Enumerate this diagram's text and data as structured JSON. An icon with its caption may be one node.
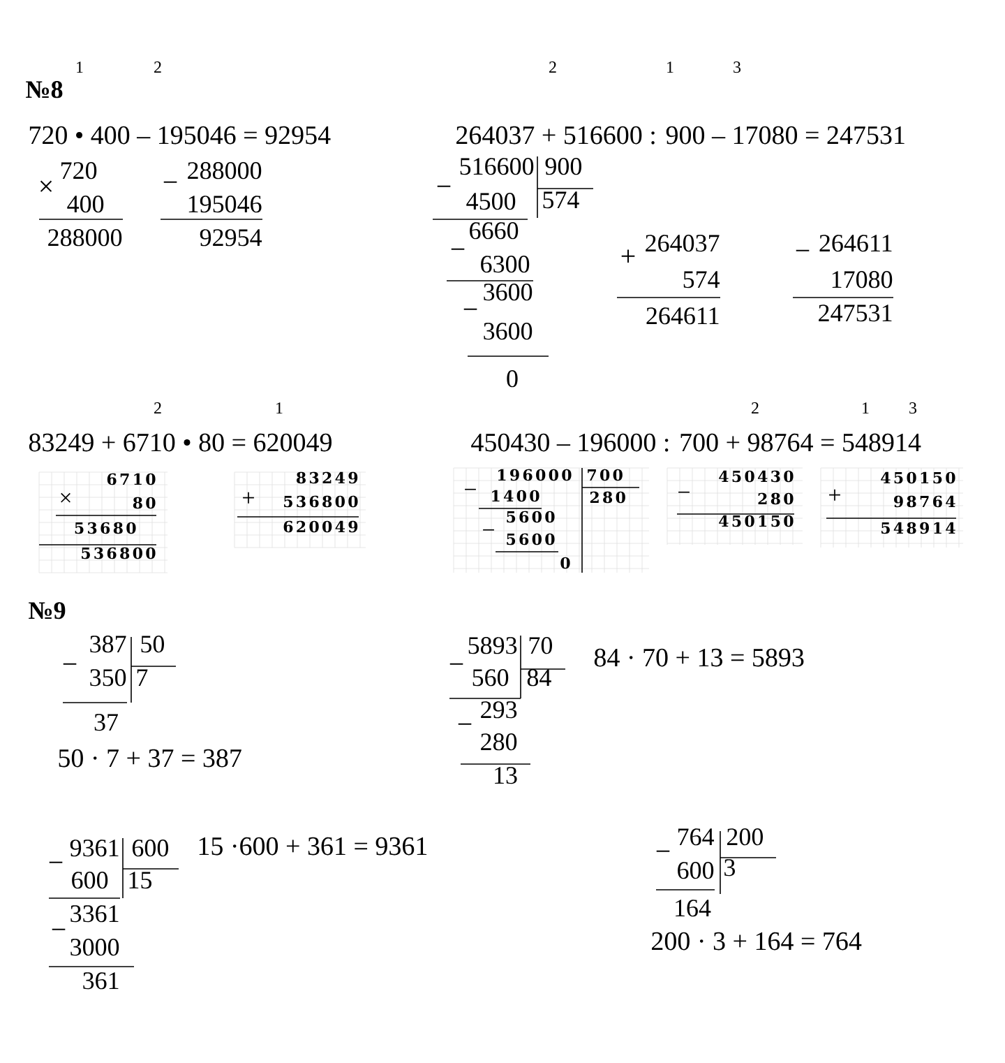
{
  "diagram": {
    "labels": [
      "№8",
      "1",
      "2",
      "720 • 400 – 195046 = 92954",
      "×",
      "720",
      "400",
      "288000",
      "−",
      "288000",
      "195046",
      "92954",
      "2",
      "1",
      "3",
      "264037 + 516600 : 900 – 17080 = 247531",
      "−",
      "516600",
      "900",
      "574",
      "4500",
      "−",
      "6660",
      "6300",
      "−",
      "3600",
      "3600",
      "0",
      "+",
      "264037",
      "574",
      "264611",
      "−",
      "264611",
      "17080",
      "247531",
      "2",
      "1",
      "83249 + 6710 • 80 = 620049",
      "2",
      "1",
      "3",
      "450430 – 196000 : 700 + 98764 = 548914",
      "×",
      "6710",
      "80",
      "53680",
      "536800",
      "+",
      "83249",
      "536800",
      "620049",
      "−",
      "196000",
      "700",
      "280",
      "1400",
      "5600",
      "−",
      "5600",
      "0",
      "−",
      "450430",
      "280",
      "450150",
      "+",
      "450150",
      "98764",
      "548914",
      "№9",
      "−",
      "387",
      "50",
      "7",
      "350",
      "37",
      "50 · 7 + 37 = 387",
      "−",
      "5893",
      "70",
      "84",
      "560",
      "84 · 70 + 13 = 5893",
      "−",
      "293",
      "280",
      "13",
      "−",
      "9361",
      "600",
      "15 ·600 + 361 = 9361",
      "15",
      "600",
      "−",
      "3361",
      "3000",
      "361",
      "−",
      "764",
      "200",
      "3",
      "600",
      "164",
      "200 · 3 + 164 = 764"
    ]
  }
}
